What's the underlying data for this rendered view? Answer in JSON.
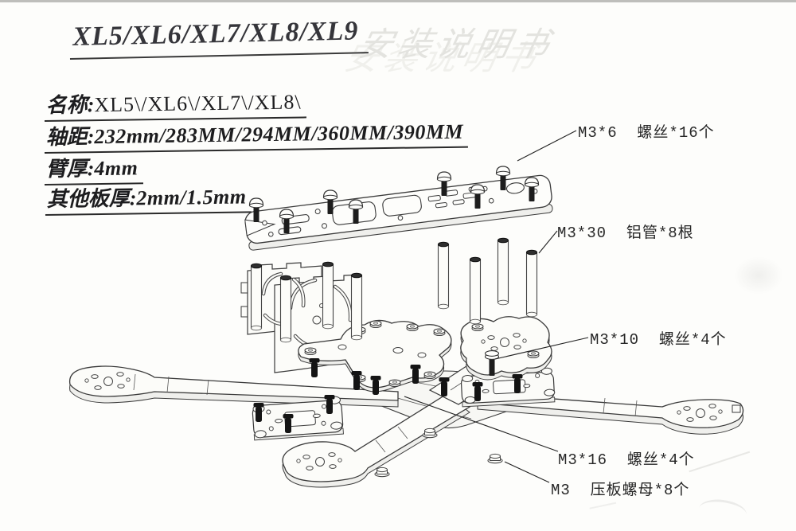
{
  "page": {
    "title": "XL5/XL6/XL7/XL8/XL9",
    "watermark": "安装说明书",
    "specs": [
      {
        "label": "名称:",
        "value": "XL5\\/XL6\\/XL7\\/XL8\\"
      },
      {
        "label": "轴距:",
        "value": "232mm/283MM/294MM/360MM/390MM"
      },
      {
        "label": "臂厚:",
        "value": "4mm"
      },
      {
        "label": "其他板厚:",
        "value": "2mm/1.5mm"
      }
    ],
    "callouts": [
      {
        "text": "M3*6  螺丝*16个"
      },
      {
        "text": "M3*30  铝管*8根"
      },
      {
        "text": "M3*10  螺丝*4个"
      },
      {
        "text": "M3*16  螺丝*4个"
      },
      {
        "text": "M3  压板螺母*8个"
      }
    ]
  }
}
